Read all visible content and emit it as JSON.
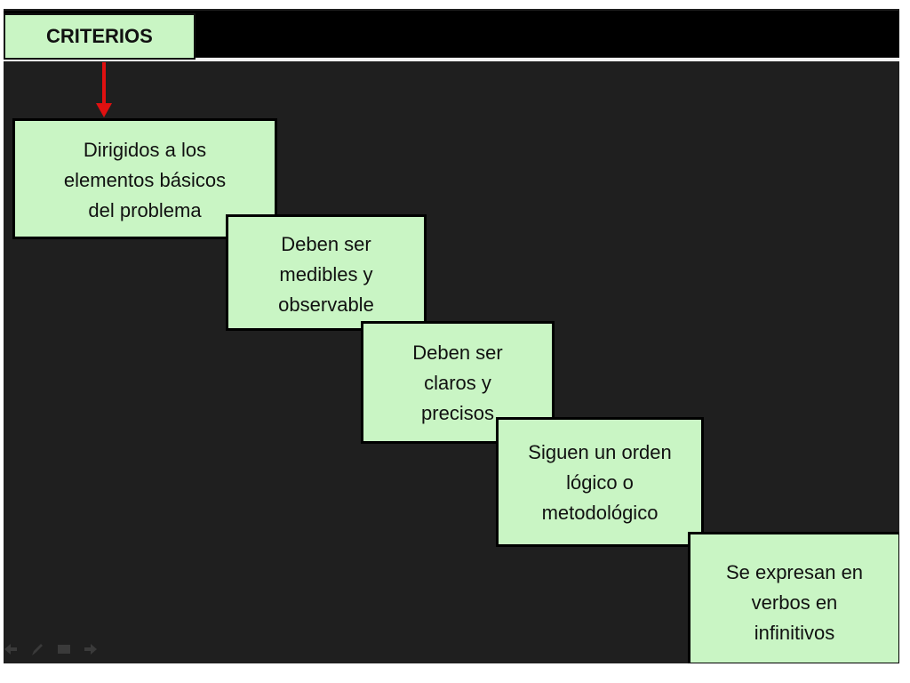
{
  "title": "CRITERIOS",
  "steps": [
    {
      "text": "Dirigidos a los\nelementos básicos\ndel problema"
    },
    {
      "text": "Deben ser\nmedibles y\nobservable"
    },
    {
      "text": "Deben ser\nclaros y\nprecisos"
    },
    {
      "text": "Siguen un orden\nlógico o\nmetodológico"
    },
    {
      "text": "Se expresan en\nverbos en\ninfinitivos"
    }
  ],
  "colors": {
    "box_fill": "#c9f5c4",
    "arrow": "#e01010",
    "background": "#1f1f1f"
  },
  "controls": [
    "arrow-left-icon",
    "pen-icon",
    "screen-icon",
    "arrow-right-icon"
  ]
}
